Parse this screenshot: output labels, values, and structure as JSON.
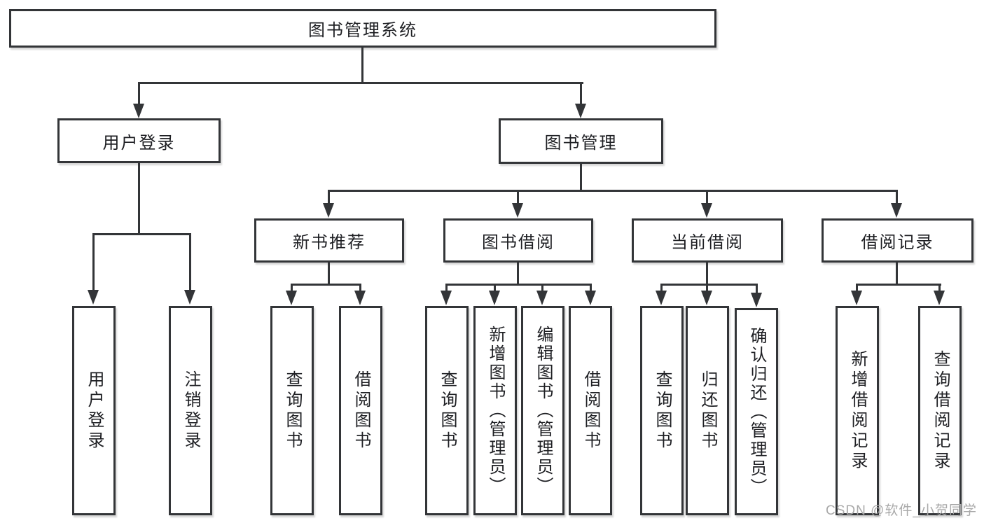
{
  "diagram_title": "图书管理系统",
  "nodes": {
    "root": {
      "label": "图书管理系统"
    },
    "level2": [
      {
        "label": "用户登录"
      },
      {
        "label": "图书管理"
      }
    ],
    "level3": [
      {
        "label": "新书推荐"
      },
      {
        "label": "图书借阅"
      },
      {
        "label": "当前借阅"
      },
      {
        "label": "借阅记录"
      }
    ],
    "leaves": [
      {
        "label": "用户登录"
      },
      {
        "label": "注销登录"
      },
      {
        "label": "查询图书"
      },
      {
        "label": "借阅图书"
      },
      {
        "label": "查询图书"
      },
      {
        "label": "新增图书（管理员）"
      },
      {
        "label": "编辑图书（管理员）"
      },
      {
        "label": "借阅图书"
      },
      {
        "label": "查询图书"
      },
      {
        "label": "归还图书"
      },
      {
        "label": "确认归还（管理员）"
      },
      {
        "label": "新增借阅记录"
      },
      {
        "label": "查询借阅记录"
      }
    ]
  },
  "watermark": {
    "text": "CSDN @软件_小贺同学"
  },
  "colors": {
    "line": "#333538",
    "text": "#1e1f23",
    "watermark": "#a9a9a9",
    "background": "#ffffff"
  }
}
